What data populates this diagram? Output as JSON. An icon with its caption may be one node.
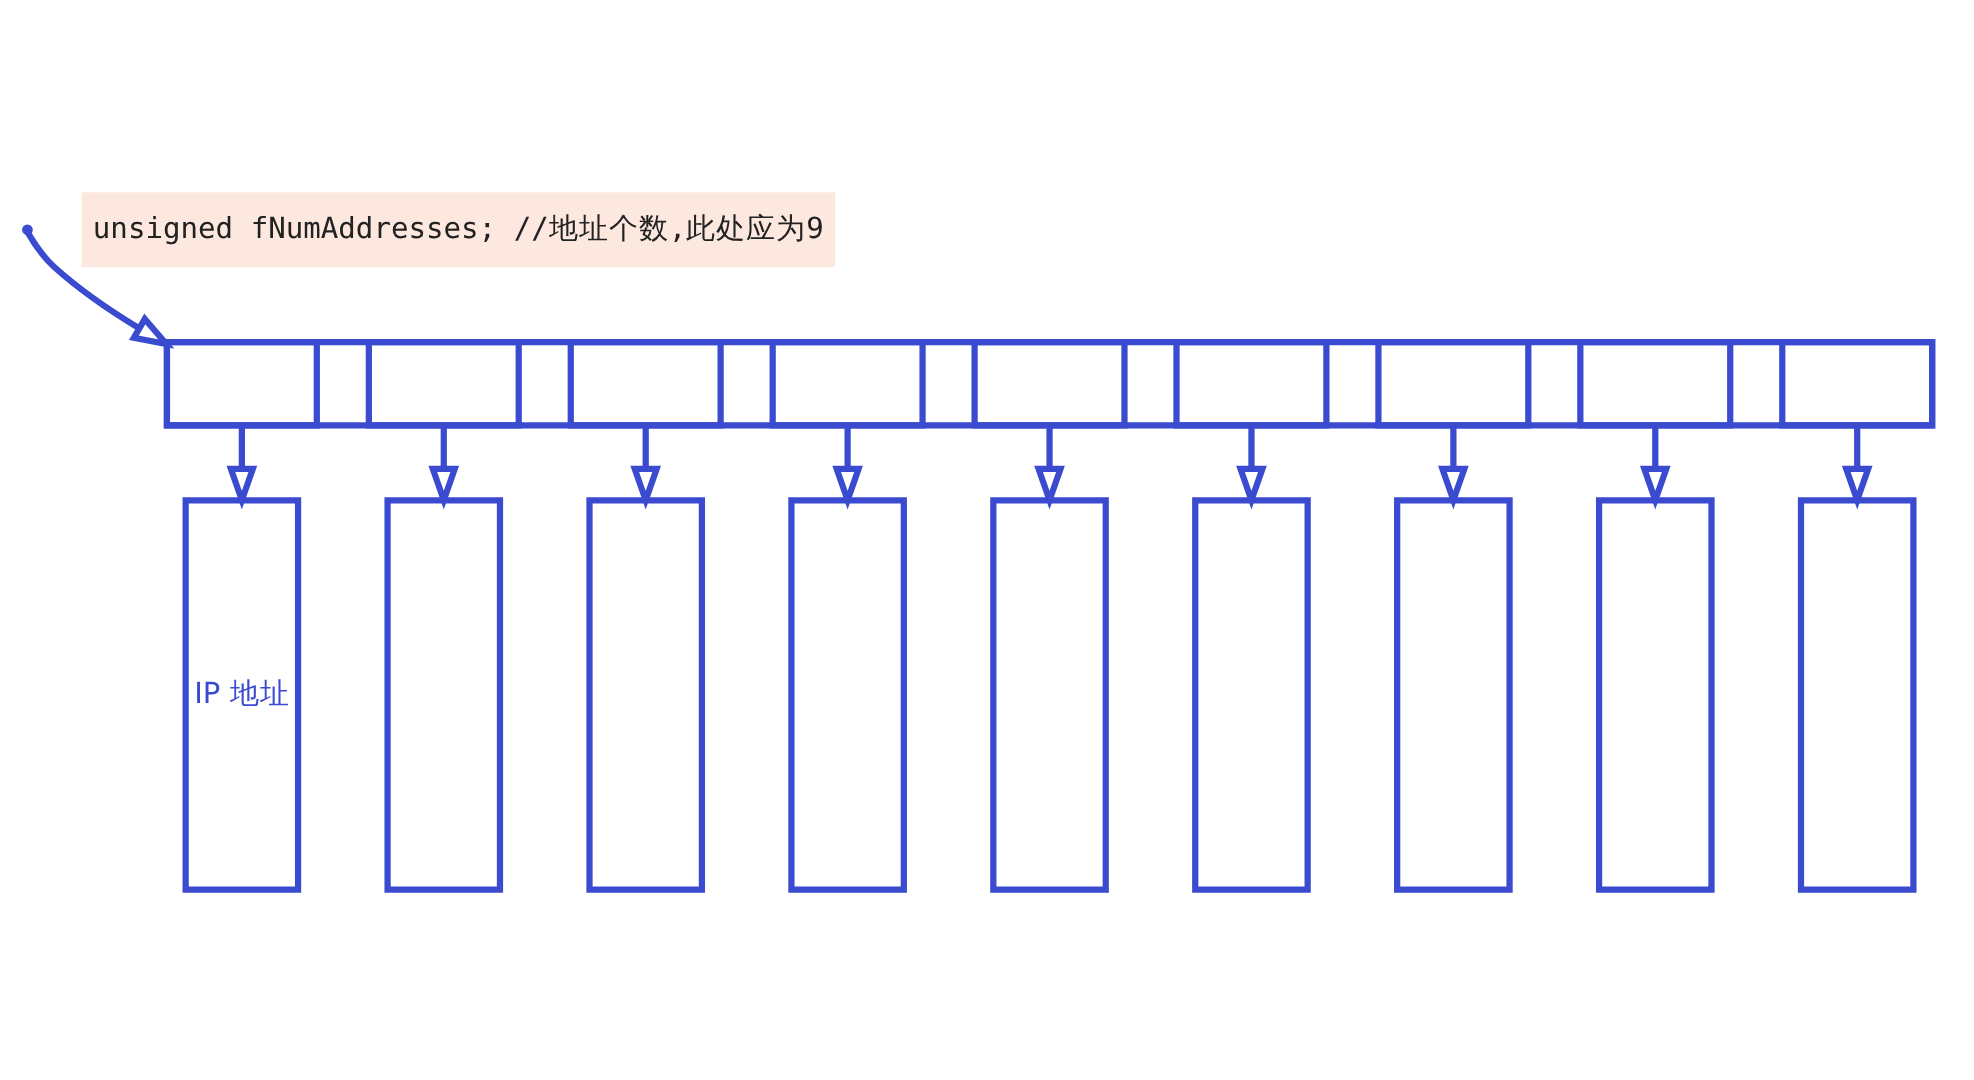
{
  "diagram": {
    "nodes": [
      {
        "text": [],
        "shape": "box"
      },
      {
        "text": [],
        "shape": "box",
        "in": 0
      },
      {
        "text": [],
        "shape": "box",
        "in": 0
      },
      {
        "text": [],
        "shape": "box",
        "in": 0
      },
      {
        "text": [],
        "shape": "box",
        "in": 0
      },
      {
        "text": [],
        "shape": "box",
        "in": 0
      },
      {
        "text": [],
        "shape": "box",
        "in": 0
      },
      {
        "text": [],
        "shape": "box",
        "in": 0
      },
      {
        "text": [],
        "shape": "box",
        "in": 0
      },
      {
        "text": [],
        "shape": "box",
        "in": 0
      },
      {
        "text": [
          "IP 地址"
        ]
      },
      {
        "text": [],
        "shape": "box"
      },
      {
        "text": [],
        "shape": "box"
      },
      {
        "text": [],
        "shape": "box"
      },
      {
        "text": [],
        "shape": "box"
      },
      {
        "text": [],
        "shape": "box"
      },
      {
        "text": [],
        "shape": "box"
      },
      {
        "text": [],
        "shape": "box"
      },
      {
        "text": [],
        "shape": "box"
      }
    ],
    "edges": [
      {
        "from": null,
        "to": 1,
        "arrow": "to"
      },
      {
        "from": 1,
        "to": 10,
        "arrow": "to"
      },
      {
        "from": 2,
        "to": 11,
        "arrow": "to"
      },
      {
        "from": 3,
        "to": 12,
        "arrow": "to"
      },
      {
        "from": 4,
        "to": 13,
        "arrow": "to"
      },
      {
        "from": 5,
        "to": 14,
        "arrow": "to"
      },
      {
        "from": 6,
        "to": 15,
        "arrow": "to"
      },
      {
        "from": 7,
        "to": 16,
        "arrow": "to"
      },
      {
        "from": 8,
        "to": 17,
        "arrow": "to"
      },
      {
        "from": 9,
        "to": 18,
        "arrow": "to"
      }
    ],
    "labels": [
      "unsigned fNumAddresses; //地址个数,此处应为9"
    ]
  }
}
